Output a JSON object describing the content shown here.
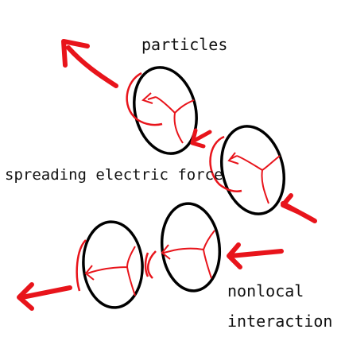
{
  "labels": {
    "particles": "particles",
    "spreading": "spreading electric force",
    "nonlocal_line1": "nonlocal",
    "nonlocal_line2": "interaction"
  },
  "colors": {
    "outline": "#000000",
    "force": "#e8141b",
    "text": "#111111"
  }
}
